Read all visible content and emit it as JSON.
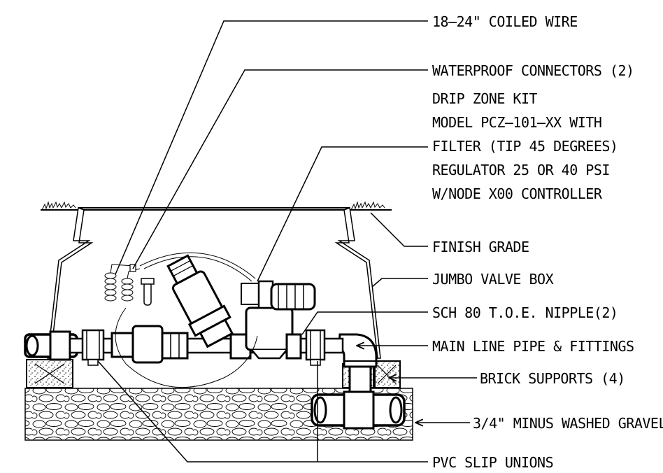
{
  "labels": {
    "coiled_wire": "18–24\" COILED WIRE",
    "waterproof_connectors": "WATERPROOF CONNECTORS (2)",
    "drip_kit_line1": "DRIP ZONE KIT",
    "drip_kit_line2": "MODEL PCZ–101–XX WITH",
    "drip_kit_line3": "FILTER (TIP 45 DEGREES)",
    "drip_kit_line4": "REGULATOR 25 OR 40 PSI",
    "drip_kit_line5": "W/NODE X00 CONTROLLER",
    "finish_grade": "FINISH GRADE",
    "valve_box": "JUMBO VALVE BOX",
    "nipple": "SCH 80 T.O.E. NIPPLE(2)",
    "main_line": "MAIN LINE PIPE & FITTINGS",
    "brick_supports": "BRICK SUPPORTS (4)",
    "gravel": "3/4\" MINUS WASHED GRAVEL",
    "slip_unions": "PVC SLIP UNIONS"
  }
}
